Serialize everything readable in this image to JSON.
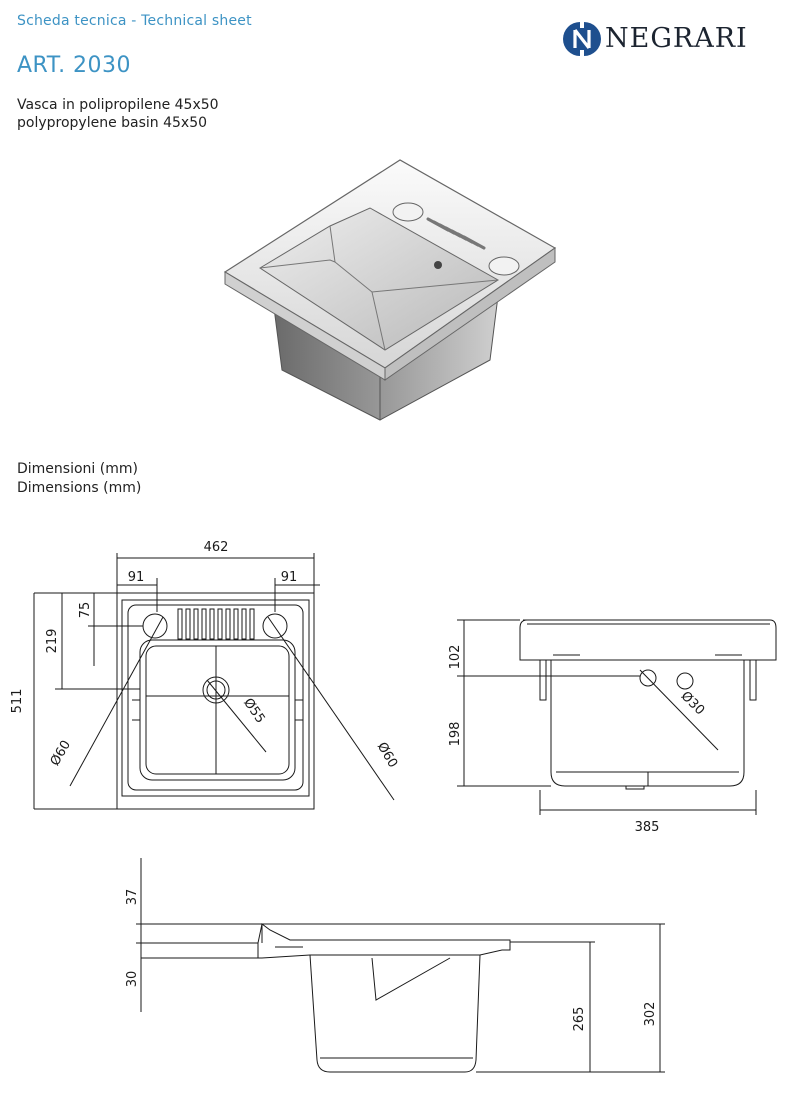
{
  "header": {
    "subtitle": "Scheda tecnica - Technical sheet",
    "article": "ART. 2030",
    "description_it": "Vasca in polipropilene 45x50",
    "description_en": "polypropylene basin 45x50"
  },
  "brand": {
    "name": "NEGRARI",
    "mark_letter": "N",
    "color": "#1e4f8e"
  },
  "dimensions_heading": {
    "it": "Dimensioni (mm)",
    "en": "Dimensions (mm)"
  },
  "top_view": {
    "width": "462",
    "left_offset": "91",
    "right_offset": "91",
    "depth": "511",
    "hole_row": "219",
    "hole_inset": "75",
    "hole_left": "Ø60",
    "hole_right": "Ø60",
    "drain": "Ø55"
  },
  "front_view": {
    "rim_height": "102",
    "basin_height": "198",
    "bottom_width": "385",
    "overflow": "Ø30"
  },
  "side_view": {
    "rim": "37",
    "rim_thickness": "30",
    "basin_depth": "265",
    "total_height": "302"
  },
  "colors": {
    "accent": "#3d93c4",
    "line": "#1a1a1a"
  }
}
